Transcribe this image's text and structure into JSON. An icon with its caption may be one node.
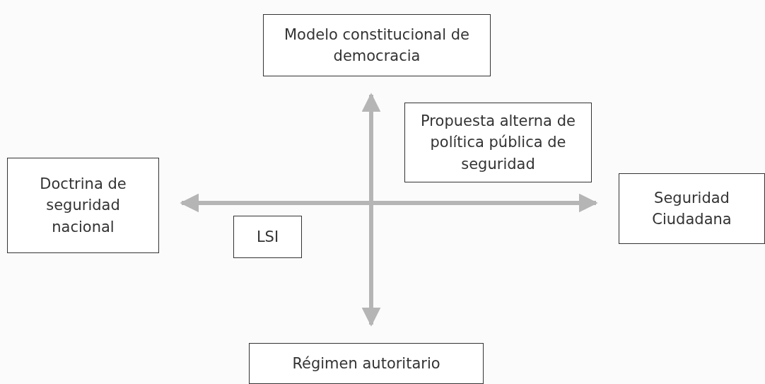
{
  "diagram": {
    "nodes": [
      {
        "text": [
          "Modelo constitucional de democracia"
        ]
      },
      {
        "text": [
          "Doctrina de seguridad nacional"
        ]
      },
      {
        "text": [
          "Propuesta alterna de política pública de seguridad"
        ]
      },
      {
        "text": [
          "Seguridad Ciudadana"
        ]
      },
      {
        "text": [
          "LSI"
        ]
      },
      {
        "text": [
          "Régimen autoritario"
        ]
      }
    ],
    "edges": [
      {
        "from": 1,
        "to": 3,
        "arrow": "both"
      },
      {
        "from": 0,
        "to": 5,
        "arrow": "both"
      }
    ]
  }
}
